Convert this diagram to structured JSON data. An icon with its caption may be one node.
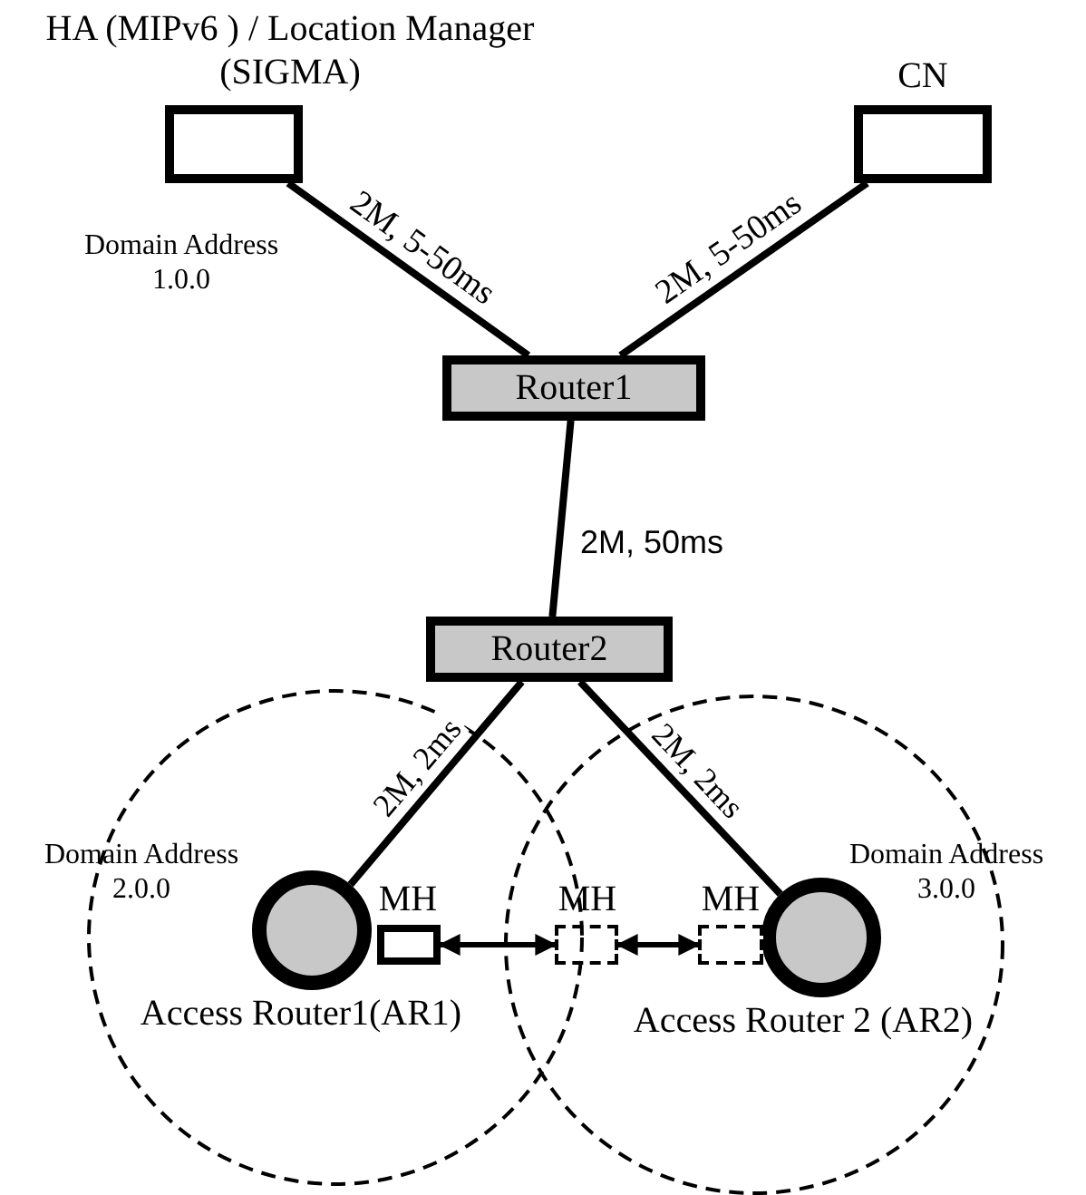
{
  "diagram": {
    "nodes": [
      {
        "text": [
          "HA (MIPv6 ) / Location Manager (SIGMA)"
        ],
        "beside": [
          "Domain Address 1.0.0"
        ]
      },
      {
        "text": [
          "CN"
        ]
      },
      {
        "text": [
          "Router1"
        ]
      },
      {
        "text": [
          "Router2"
        ]
      },
      {
        "text": [
          "Access Router1(AR1)"
        ],
        "beside": [
          "Domain Address 2.0.0"
        ]
      },
      {
        "text": [
          "Access Router 2 (AR2)"
        ],
        "beside": [
          "Domain Address 3.0.0"
        ]
      },
      {
        "text": [
          "MH"
        ]
      },
      {
        "text": [
          "MH"
        ]
      },
      {
        "text": [
          "MH"
        ]
      }
    ],
    "edges": [
      {
        "from": 0,
        "to": 2,
        "arrow": "none",
        "label": "2M, 5-50ms"
      },
      {
        "from": 1,
        "to": 2,
        "arrow": "none",
        "label": "2M, 5-50ms"
      },
      {
        "from": 2,
        "to": 3,
        "arrow": "none",
        "label": "2M, 50ms"
      },
      {
        "from": 3,
        "to": 4,
        "arrow": "none",
        "label": "2M, 2ms"
      },
      {
        "from": 3,
        "to": 5,
        "arrow": "none",
        "label": "2M, 2ms"
      },
      {
        "from": 6,
        "to": 7,
        "arrow": "both"
      },
      {
        "from": 7,
        "to": 8,
        "arrow": "both"
      }
    ]
  }
}
